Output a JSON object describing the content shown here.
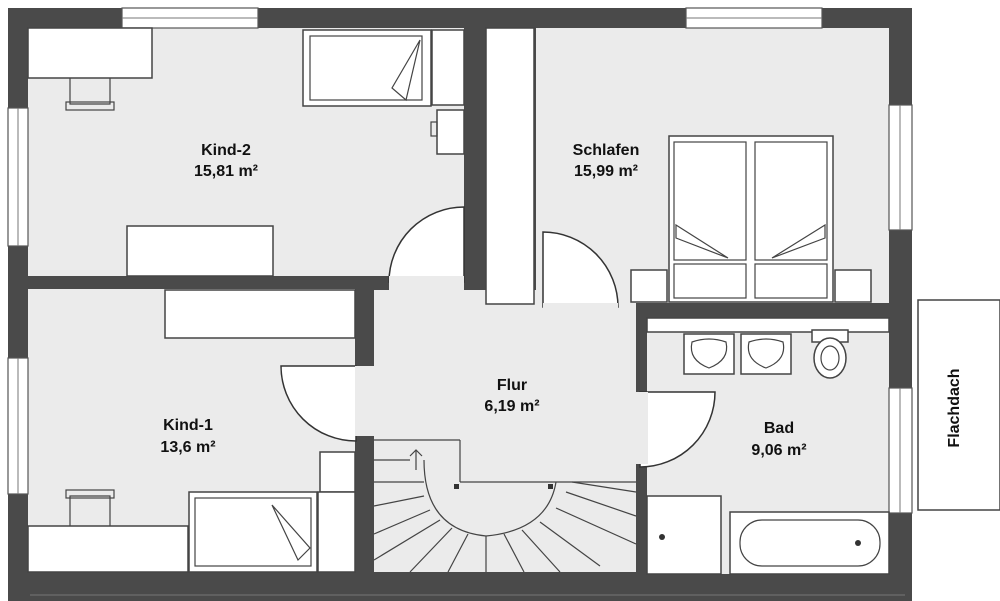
{
  "rooms": {
    "kind2": {
      "name": "Kind-2",
      "area": "15,81 m²"
    },
    "schlafen": {
      "name": "Schlafen",
      "area": "15,99 m²"
    },
    "kind1": {
      "name": "Kind-1",
      "area": "13,6 m²"
    },
    "flur": {
      "name": "Flur",
      "area": "6,19 m²"
    },
    "bad": {
      "name": "Bad",
      "area": "9,06 m²"
    }
  },
  "balcony": {
    "label": "Flachdach"
  },
  "colors": {
    "wall": "#4a4a4a",
    "floor": "#ebebeb",
    "furniture": "#ffffff"
  }
}
